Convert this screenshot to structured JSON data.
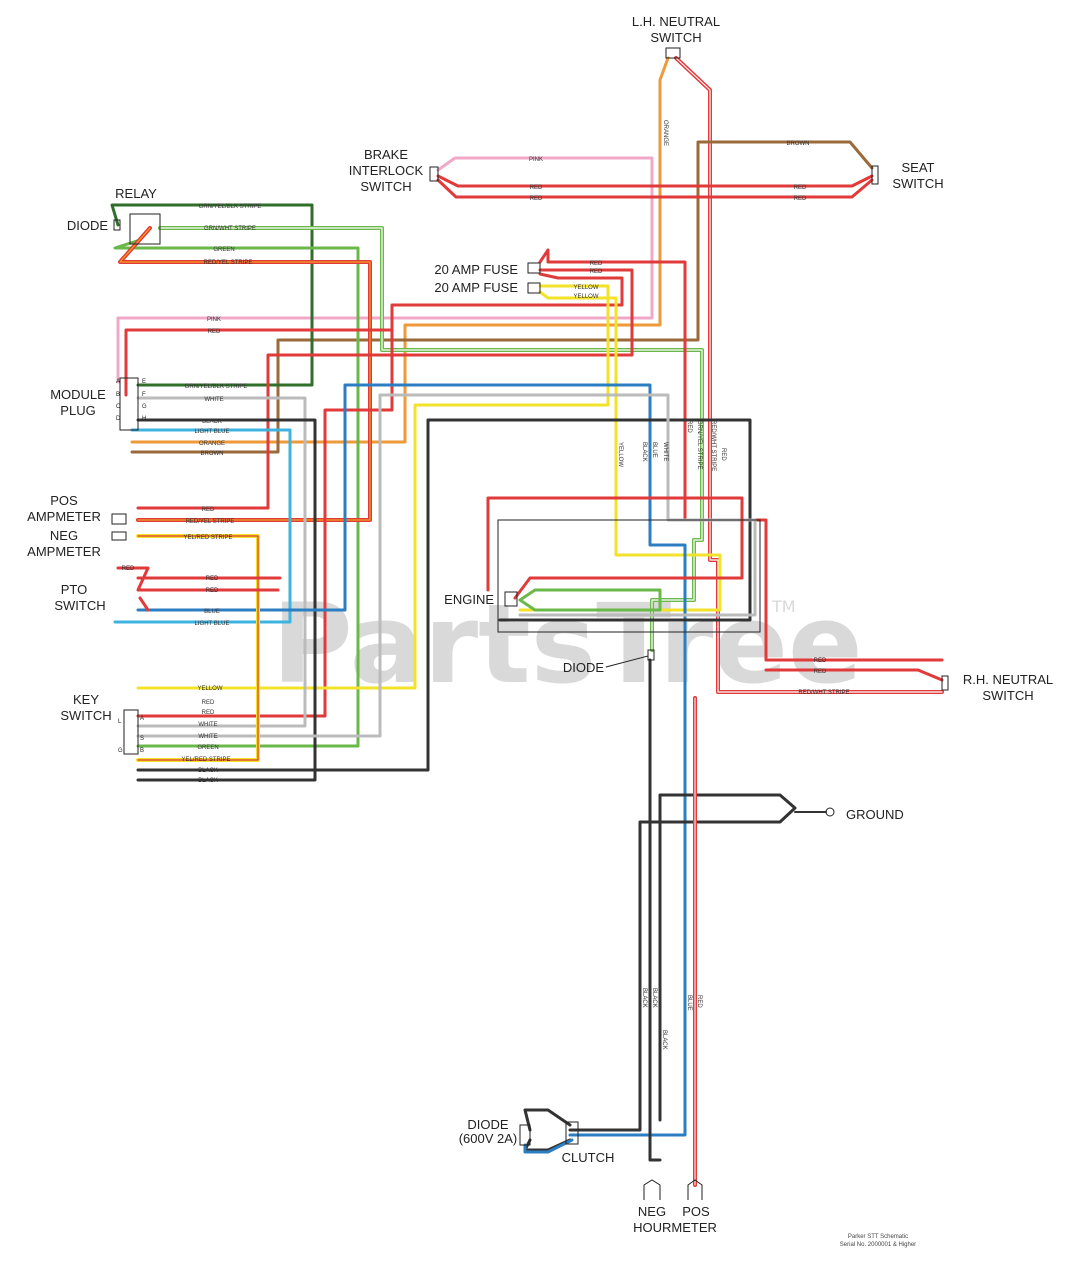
{
  "watermark": {
    "text": "PartsTree",
    "tm": "TM"
  },
  "colors": {
    "red": "#e03a3a",
    "pink": "#f0a8c8",
    "orange": "#ef9a3a",
    "yellow": "#f2e22a",
    "green": "#6ab84a",
    "dark_green": "#2f6f2a",
    "blue": "#2b7ec2",
    "light_blue": "#3fb3e0",
    "black": "#333333",
    "brown": "#9a6a3a",
    "white_wire": "#bbbbbb"
  },
  "components": {
    "lh_neutral_switch": [
      "L.H. NEUTRAL",
      "SWITCH"
    ],
    "brake_interlock_switch": [
      "BRAKE",
      "INTERLOCK",
      "SWITCH"
    ],
    "seat_switch": [
      "SEAT",
      "SWITCH"
    ],
    "relay": "RELAY",
    "diode_relay": "DIODE",
    "fuse_1": "20 AMP FUSE",
    "fuse_2": "20 AMP FUSE",
    "module_plug": [
      "MODULE",
      "PLUG"
    ],
    "pos_ammeter": [
      "POS",
      "AMPMETER"
    ],
    "neg_ammeter": [
      "NEG",
      "AMPMETER"
    ],
    "pto_switch": [
      "PTO",
      "SWITCH"
    ],
    "engine": "ENGINE",
    "diode_engine": "DIODE",
    "rh_neutral_switch": [
      "R.H. NEUTRAL",
      "SWITCH"
    ],
    "key_switch": [
      "KEY",
      "SWITCH"
    ],
    "ground": "GROUND",
    "diode_clutch": [
      "DIODE",
      "(600V 2A)"
    ],
    "clutch": "CLUTCH",
    "hourmeter": {
      "neg": "NEG",
      "pos": "POS",
      "label": "HOURMETER"
    }
  },
  "wire_labels": {
    "orange_v": "ORANGE",
    "brown_seat": "BROWN",
    "pink_brake": "PINK",
    "red_brake_1": "RED",
    "red_brake_2": "RED",
    "red_seat_1": "RED",
    "red_seat_2": "RED",
    "relay_1": "GRN/YEL/BLK STRIPE",
    "relay_2": "GRN/WHT STRIPE",
    "relay_3": "GREEN",
    "relay_4": "RED/YEL STRIPE",
    "fuse_red_1": "RED",
    "fuse_red_2": "RED",
    "fuse_yel_1": "YELLOW",
    "fuse_yel_2": "YELLOW",
    "mod_pink": "PINK",
    "mod_red": "RED",
    "mod_gry": "GRN/YEL/BLK STRIPE",
    "mod_white": "WHITE",
    "mod_black": "BLACK",
    "mod_lblue": "LIGHT BLUE",
    "mod_orange": "ORANGE",
    "mod_brown": "BROWN",
    "amm_red": "RED",
    "amm_redyel": "RED/YEL STRIPE",
    "amm_yelred": "YEL/RED STRIPE",
    "pto_red_top": "RED",
    "pto_red_1": "RED",
    "pto_red_2": "RED",
    "pto_blue": "BLUE",
    "pto_lblue": "LIGHT BLUE",
    "v_yellow": "YELLOW",
    "v_black": "BLACK",
    "v_blue": "BLUE",
    "v_white": "WHITE",
    "v_red": "RED",
    "v_gry": "GRN/YEL STRIPE",
    "v_redwht": "RED/WHT STRIPE",
    "v_red2": "RED",
    "rh_red_1": "RED",
    "rh_red_2": "RED",
    "rh_redwht": "RED/WHT STRIPE",
    "key_yellow": "YELLOW",
    "key_red_1": "RED",
    "key_red_2": "RED",
    "key_white_1": "WHITE",
    "key_white_2": "WHITE",
    "key_green": "GREEN",
    "key_yelred": "YEL/RED STRIPE",
    "key_black_1": "BLACK",
    "key_black_2": "BLACK",
    "low_black_1": "BLACK",
    "low_black_2": "BLACK",
    "low_black_3": "BLACK",
    "low_blue": "BLUE",
    "low_red": "RED"
  },
  "pins": {
    "mod_a": "A",
    "mod_b": "B",
    "mod_c": "C",
    "mod_d": "D",
    "mod_e": "E",
    "mod_f": "F",
    "mod_g": "G",
    "mod_h": "H",
    "key_l": "L",
    "key_a": "A",
    "key_s": "S",
    "key_g": "G",
    "key_b": "B"
  },
  "footnote": [
    "Parker STT Schematic",
    "Serial No. 2000001 & Higher"
  ]
}
